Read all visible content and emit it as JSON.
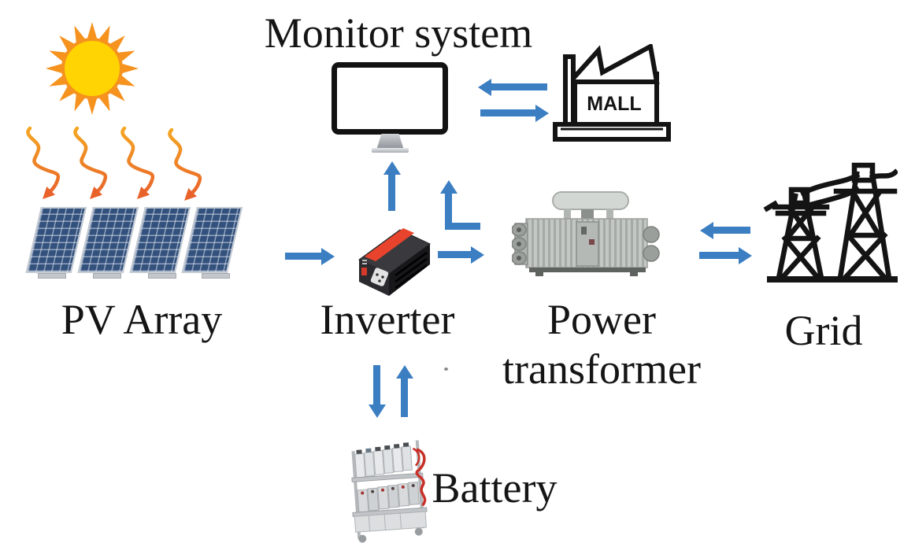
{
  "diagram": {
    "type": "solar-pv-system-block-diagram",
    "labels": {
      "monitor": "Monitor system",
      "pv_array": "PV Array",
      "inverter": "Inverter",
      "transformer_line1": "Power",
      "transformer_line2": "transformer",
      "grid": "Grid",
      "battery": "Battery",
      "mall_sign": "MALL"
    },
    "flows": [
      {
        "from": "sun",
        "to": "pv-array",
        "style": "wavy-irradiance",
        "count": 4
      },
      {
        "from": "pv-array",
        "to": "inverter",
        "style": "straight"
      },
      {
        "from": "inverter",
        "to": "monitor-system",
        "style": "straight"
      },
      {
        "from": "power-transformer",
        "to": "monitor-system",
        "style": "elbow"
      },
      {
        "from": "mall",
        "to": "monitor-system",
        "style": "straight"
      },
      {
        "from": "monitor-system",
        "to": "mall",
        "style": "straight"
      },
      {
        "from": "inverter",
        "to": "power-transformer",
        "style": "straight"
      },
      {
        "from": "grid",
        "to": "power-transformer",
        "style": "straight"
      },
      {
        "from": "power-transformer",
        "to": "grid",
        "style": "straight"
      },
      {
        "from": "inverter",
        "to": "battery",
        "style": "straight"
      },
      {
        "from": "battery",
        "to": "inverter",
        "style": "straight"
      }
    ],
    "colors": {
      "arrow_blue": "#3B7EC2",
      "sun_core": "#FFD402",
      "sun_ray": "#F6921E",
      "beam_start": "#F5A623",
      "beam_end": "#E8622A",
      "panel_blue": "#33517D",
      "line_black": "#141414",
      "inverter_red": "#E8432C",
      "label_color": "#151515"
    }
  }
}
